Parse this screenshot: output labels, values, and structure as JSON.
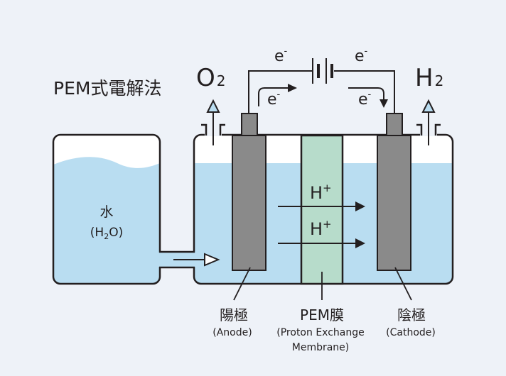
{
  "title": "PEM式電解法",
  "gases": {
    "oxygen": {
      "base": "O",
      "sub": "2"
    },
    "hydrogen": {
      "base": "H",
      "sub": "2"
    }
  },
  "electron": {
    "base": "e",
    "sup": "-"
  },
  "proton": {
    "base": "H",
    "sup": "+"
  },
  "water": {
    "label": "水",
    "formula_open": "(H",
    "formula_sub": "2",
    "formula_close": "O)"
  },
  "labels": {
    "anode": {
      "jp": "陽極",
      "en": "(Anode)"
    },
    "membrane": {
      "jp": "PEM膜",
      "en_line1": "(Proton Exchange",
      "en_line2": "Membrane)"
    },
    "cathode": {
      "jp": "陰極",
      "en": "(Cathode)"
    }
  },
  "colors": {
    "background": "#eef2f8",
    "water": "#b9ddf1",
    "membrane": "#b7dccb",
    "electrode": "#8a8a8a",
    "stroke": "#231f20",
    "gas_arrow": "#b9ddf1"
  }
}
